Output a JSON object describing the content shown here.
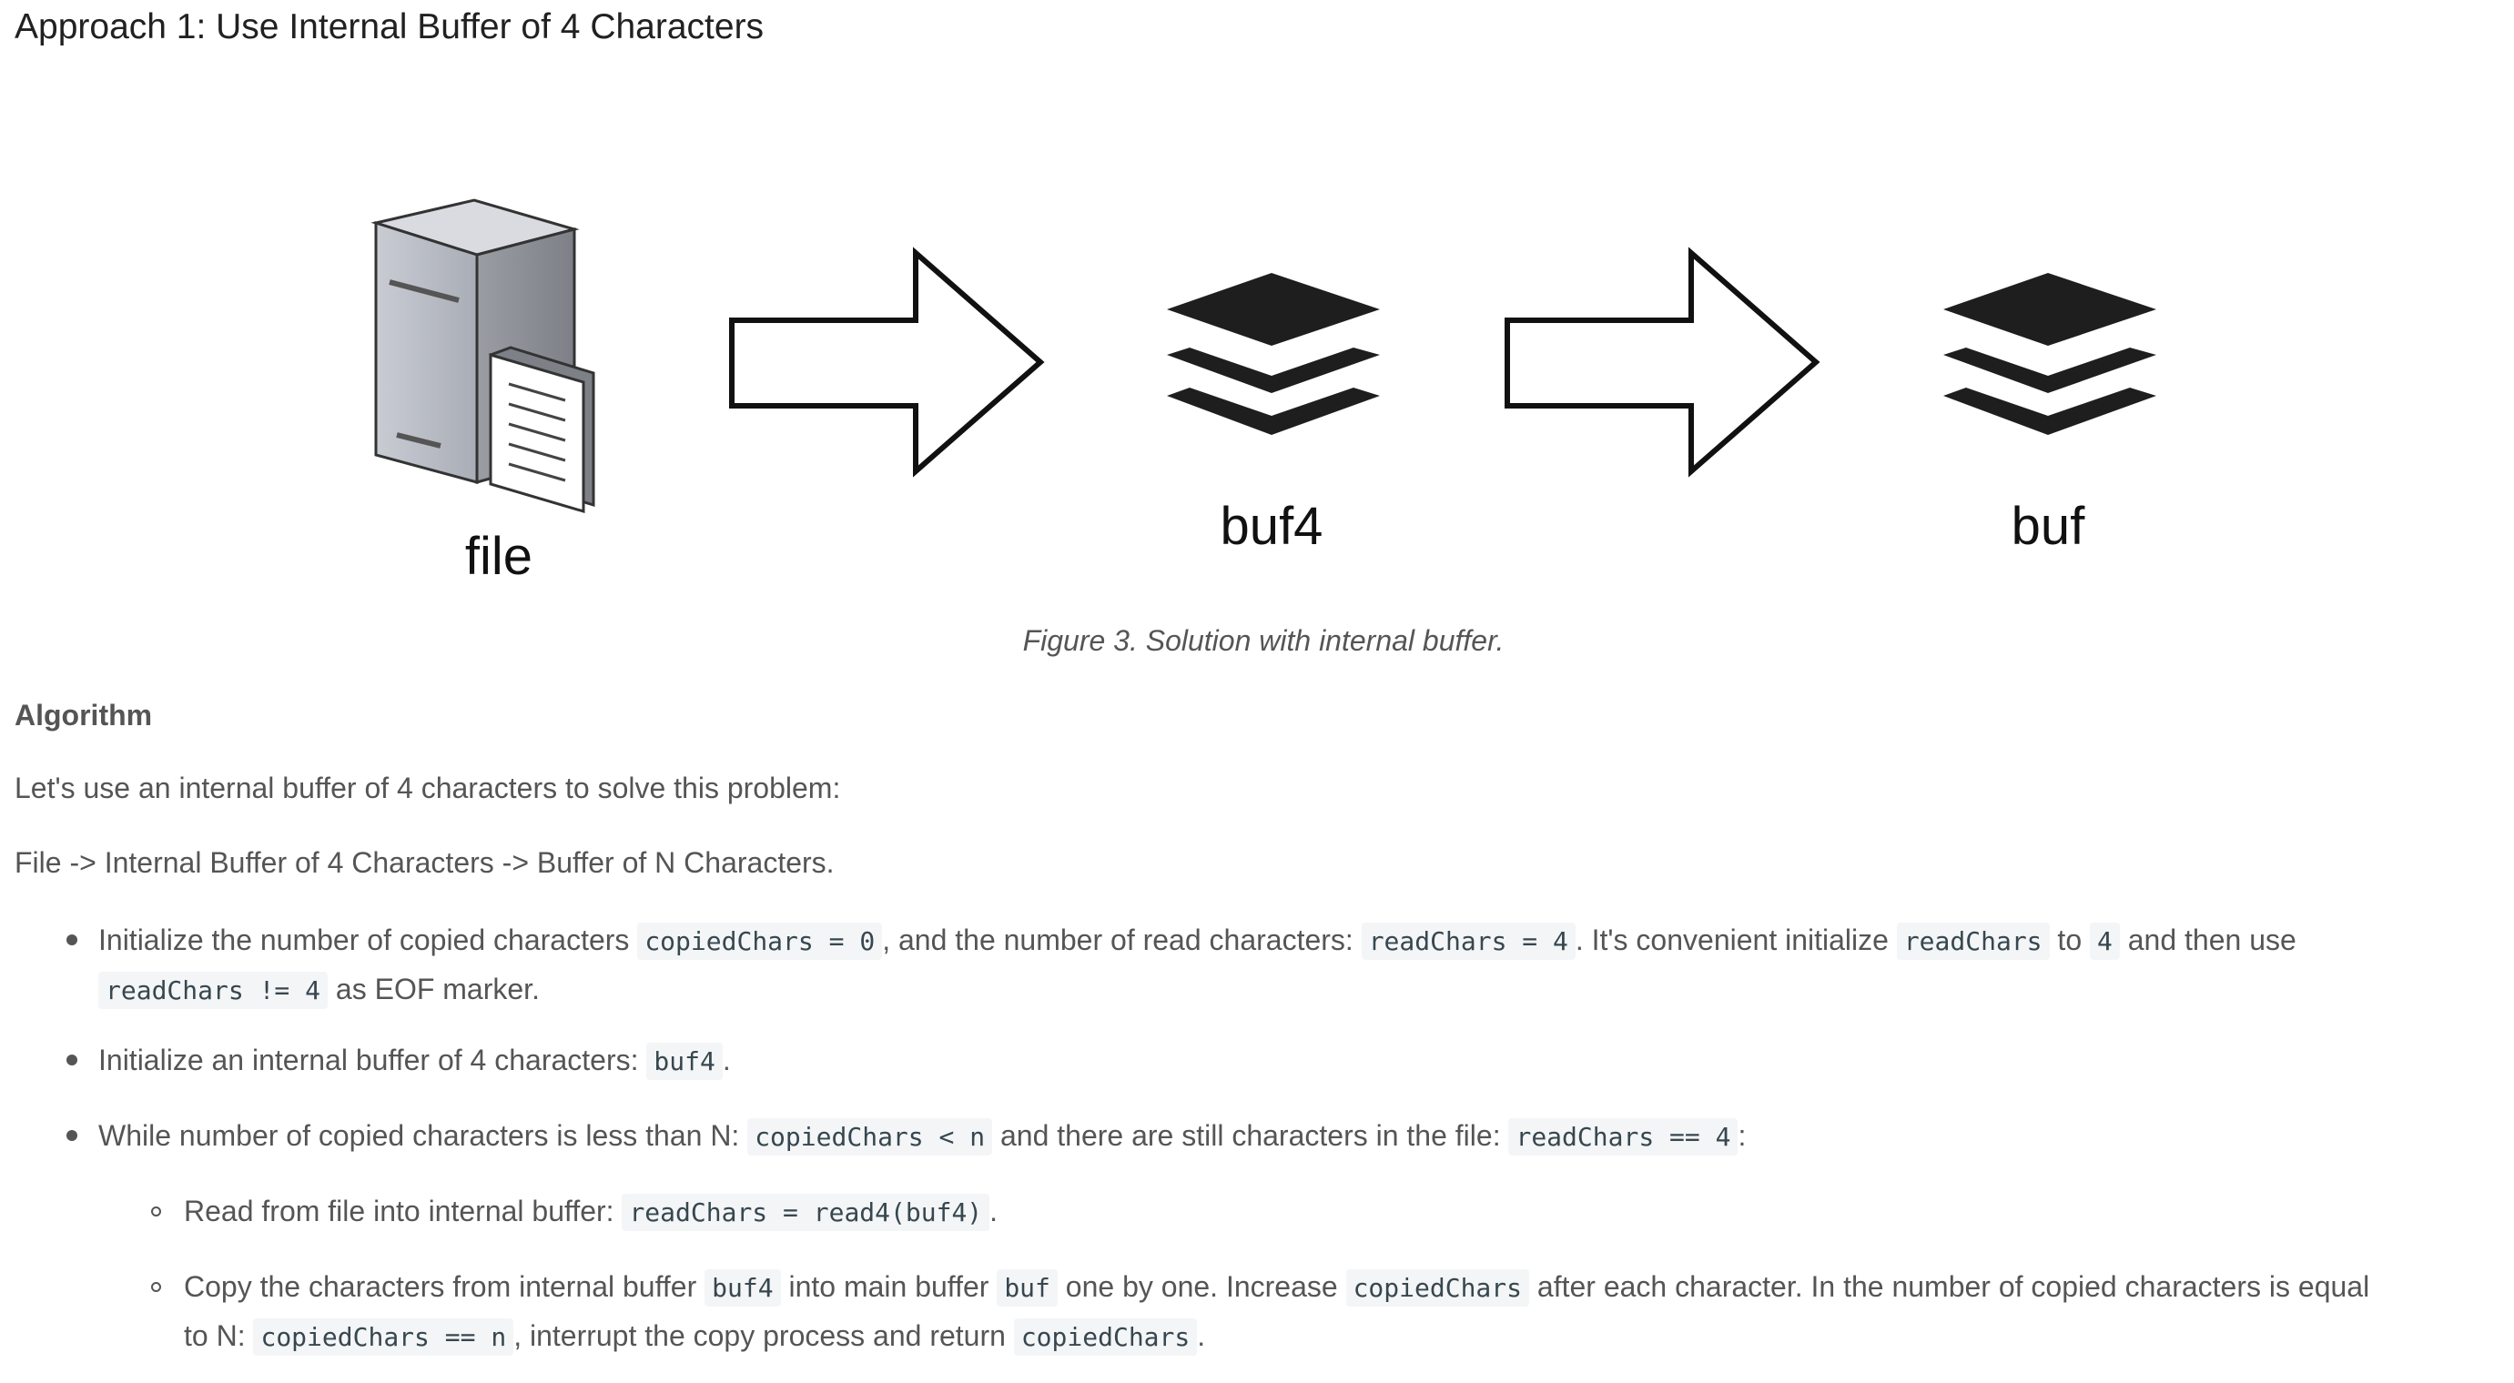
{
  "heading": "Approach 1: Use Internal Buffer of 4 Characters",
  "figure": {
    "labels": {
      "file": "file",
      "buf4": "buf4",
      "buf": "buf"
    },
    "caption": "Figure 3. Solution with internal buffer.",
    "icons": [
      "server-file-icon",
      "right-arrow-icon",
      "layers-icon",
      "right-arrow-icon",
      "layers-icon"
    ]
  },
  "algorithm": {
    "heading": "Algorithm",
    "intro": "Let's use an internal buffer of 4 characters to solve this problem:",
    "flow": "File -> Internal Buffer of 4 Characters -> Buffer of N Characters.",
    "b1": {
      "t1": "Initialize the number of copied characters ",
      "c1": "copiedChars = 0",
      "t2": ", and the number of read characters: ",
      "c2": "readChars = 4",
      "t3": ". It's convenient initialize ",
      "c3": "readChars",
      "t4": " to ",
      "c4": "4",
      "t5": " and then use",
      "c5": "readChars != 4",
      "t6": " as EOF marker."
    },
    "b2": {
      "t1": "Initialize an internal buffer of 4 characters: ",
      "c1": "buf4",
      "t2": "."
    },
    "b3": {
      "t1": "While number of copied characters is less than N: ",
      "c1": "copiedChars < n",
      "t2": " and there are still characters in the file: ",
      "c2": "readChars == 4",
      "t3": ":"
    },
    "s1": {
      "t1": "Read from file into internal buffer: ",
      "c1": "readChars = read4(buf4)",
      "t2": "."
    },
    "s2": {
      "t1": "Copy the characters from internal buffer ",
      "c1": "buf4",
      "t2": " into main buffer ",
      "c2": "buf",
      "t3": " one by one. Increase ",
      "c3": "copiedChars",
      "t4": " after each character. In the number of copied characters is equal",
      "t5": "to N: ",
      "c4": "copiedChars == n",
      "t6": ", interrupt the copy process and return ",
      "c5": "copiedChars",
      "t7": "."
    }
  },
  "colors": {
    "text": "#555555",
    "heading": "#212121",
    "code_bg": "#f3f5f7",
    "code_text": "#37474f"
  }
}
